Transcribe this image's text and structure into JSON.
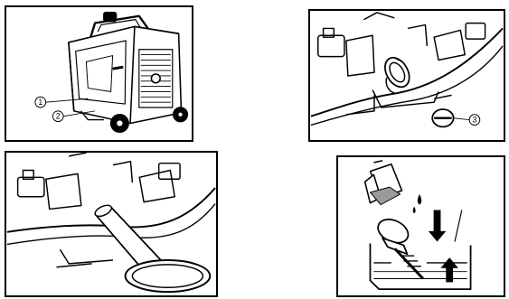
{
  "figures": [
    {
      "id": "generator-overview",
      "callouts": [
        "1",
        "2"
      ]
    },
    {
      "id": "oil-filler-cap",
      "callouts": [
        "3"
      ]
    },
    {
      "id": "oil-drain-funnel",
      "callouts": []
    },
    {
      "id": "oil-refill-dipstick",
      "callouts": []
    }
  ],
  "colors": {
    "line": "#000000",
    "background": "#ffffff",
    "shade": "#9a9a9a"
  },
  "icons": [
    "generator-illustration",
    "engine-bay-illustration",
    "funnel-illustration",
    "oil-refill-pictogram"
  ]
}
